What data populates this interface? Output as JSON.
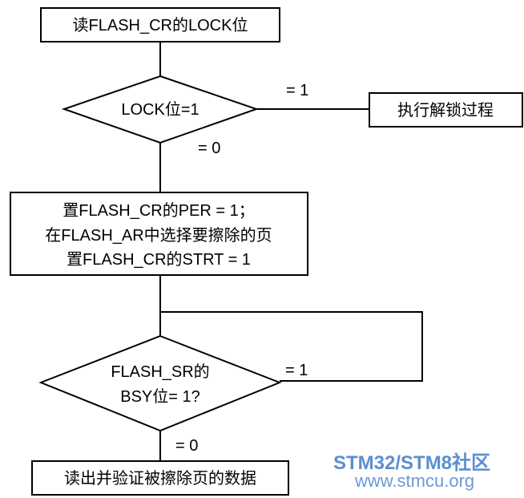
{
  "flowchart": {
    "read_lock": "读FLASH_CR的LOCK位",
    "lock_decision": "LOCK位=1",
    "lock_yes": "= 1",
    "unlock_process": "执行解锁过程",
    "lock_no": "= 0",
    "setup_lines": [
      "置FLASH_CR的PER = 1；",
      "在FLASH_AR中选择要擦除的页",
      "置FLASH_CR的STRT = 1"
    ],
    "bsy_decision_lines": [
      "FLASH_SR的",
      "BSY位= 1?"
    ],
    "bsy_yes": "= 1",
    "bsy_no": "= 0",
    "verify": "读出并验证被擦除页的数据"
  },
  "watermark": {
    "brand": "STM32/STM8社区",
    "url": "www.stmcu.org"
  }
}
